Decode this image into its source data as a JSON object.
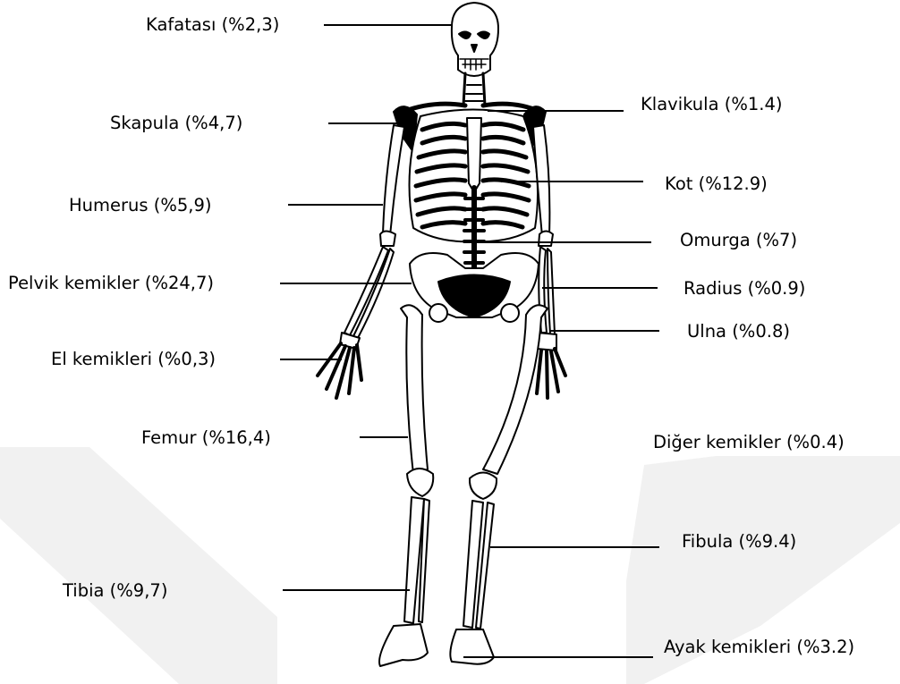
{
  "labels": {
    "kafatasi": "Kafatası (%2,3)",
    "skapula": "Skapula (%4,7)",
    "humerus": "Humerus (%5,9)",
    "pelvik": "Pelvik kemikler (%24,7)",
    "el": "El kemikleri (%0,3)",
    "femur": "Femur (%16,4)",
    "tibia": "Tibia (%9,7)",
    "klavikula": "Klavikula (%1.4)",
    "kot": "Kot (%12.9)",
    "omurga": "Omurga (%7)",
    "radius": "Radius (%0.9)",
    "ulna": "Ulna (%0.8)",
    "diger": "Diğer kemikler (%0.4)",
    "fibula": "Fibula (%9.4)",
    "ayak": "Ayak kemikleri (%3.2)"
  },
  "colors": {
    "ink": "#000000",
    "watermark": "#f1f1f1"
  }
}
